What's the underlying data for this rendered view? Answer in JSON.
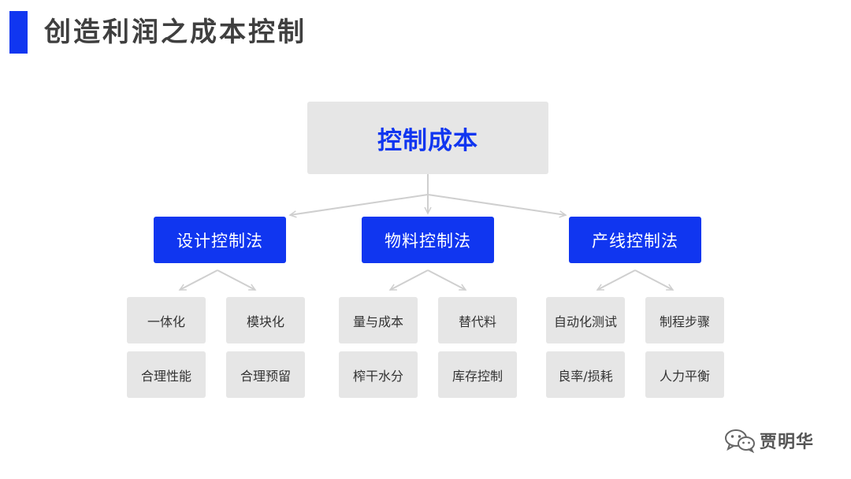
{
  "header": {
    "accent_color": "#1036f0",
    "title": "创造利润之成本控制"
  },
  "diagram": {
    "root": {
      "label": "控制成本"
    },
    "branches": [
      {
        "label": "设计控制法",
        "leaves": [
          "一体化",
          "模块化",
          "合理性能",
          "合理预留"
        ]
      },
      {
        "label": "物料控制法",
        "leaves": [
          "量与成本",
          "替代料",
          "榨干水分",
          "库存控制"
        ]
      },
      {
        "label": "产线控制法",
        "leaves": [
          "自动化测试",
          "制程步骤",
          "良率/损耗",
          "人力平衡"
        ]
      }
    ],
    "colors": {
      "accent": "#1036f0",
      "box_gray": "#e6e6e6",
      "connector": "#cfcfcf"
    }
  },
  "watermark": {
    "icon": "wechat-icon",
    "text": "贾明华"
  }
}
